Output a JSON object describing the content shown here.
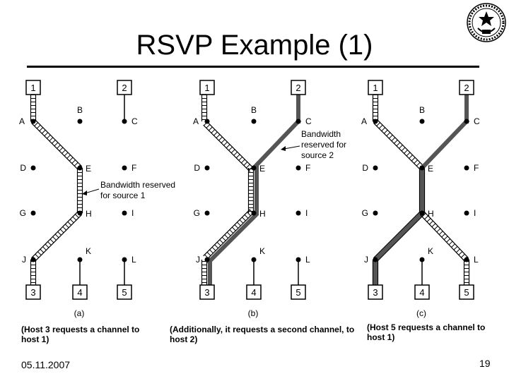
{
  "slide": {
    "title": "RSVP Example (1)",
    "date": "05.11.2007",
    "page_number": "19"
  },
  "panels": [
    {
      "label": "(a)",
      "caption": "(Host 3 requests a channel to host 1)",
      "annotation": [
        "Bandwidth reserved",
        "for source 1"
      ]
    },
    {
      "label": "(b)",
      "caption": "(Additionally, it requests a second channel, to host 2)",
      "annotation": [
        "Bandwidth",
        "reserved for",
        "source 2"
      ]
    },
    {
      "label": "(c)",
      "caption": "(Host 5 requests a channel to host 1)",
      "annotation": []
    }
  ],
  "hosts": [
    "1",
    "2",
    "3",
    "4",
    "5"
  ],
  "routers": [
    "A",
    "B",
    "C",
    "D",
    "E",
    "F",
    "G",
    "H",
    "I",
    "J",
    "K",
    "L"
  ],
  "colors": {
    "reservation_dark": "#555555",
    "line": "#000000",
    "background": "#ffffff"
  },
  "logo_icon": "institute-seal-icon"
}
